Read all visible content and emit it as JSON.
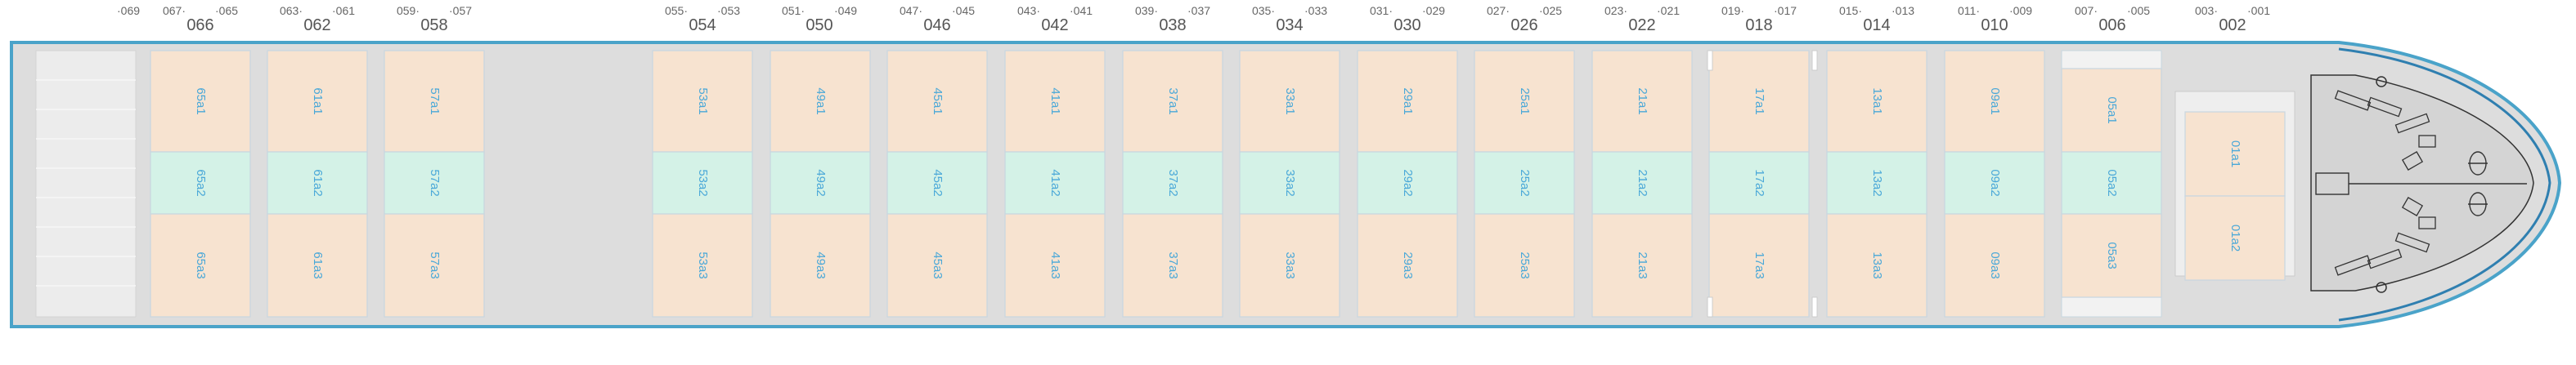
{
  "colors": {
    "hull_outline": "#4aa3c9",
    "deck": "#dddddd",
    "tier_a1": "#f7e3d0",
    "tier_a2": "#d4f2e7",
    "tier_a3": "#f7e3d0",
    "slot_border": "#c8d6e0",
    "label": "#4aa8d8",
    "bay_number": "#555555"
  },
  "bay_headers": [
    {
      "num": "",
      "left": "",
      "right": "069"
    },
    {
      "num": "066",
      "left": "067",
      "right": "065"
    },
    {
      "num": "062",
      "left": "063",
      "right": "061"
    },
    {
      "num": "058",
      "left": "059",
      "right": "057"
    },
    {
      "num": "054",
      "left": "055",
      "right": "053"
    },
    {
      "num": "050",
      "left": "051",
      "right": "049"
    },
    {
      "num": "046",
      "left": "047",
      "right": "045"
    },
    {
      "num": "042",
      "left": "043",
      "right": "041"
    },
    {
      "num": "038",
      "left": "039",
      "right": "037"
    },
    {
      "num": "034",
      "left": "035",
      "right": "033"
    },
    {
      "num": "030",
      "left": "031",
      "right": "029"
    },
    {
      "num": "026",
      "left": "027",
      "right": "025"
    },
    {
      "num": "022",
      "left": "023",
      "right": "021"
    },
    {
      "num": "018",
      "left": "019",
      "right": "017"
    },
    {
      "num": "014",
      "left": "015",
      "right": "013"
    },
    {
      "num": "010",
      "left": "011",
      "right": "009"
    },
    {
      "num": "006",
      "left": "007",
      "right": "005"
    },
    {
      "num": "002",
      "left": "003",
      "right": "001"
    }
  ],
  "bays": [
    {
      "slots": [
        "65a1",
        "65a2",
        "65a3"
      ]
    },
    {
      "slots": [
        "61a1",
        "61a2",
        "61a3"
      ]
    },
    {
      "slots": [
        "57a1",
        "57a2",
        "57a3"
      ]
    },
    {
      "slots": [
        "53a1",
        "53a2",
        "53a3"
      ]
    },
    {
      "slots": [
        "49a1",
        "49a2",
        "49a3"
      ]
    },
    {
      "slots": [
        "45a1",
        "45a2",
        "45a3"
      ]
    },
    {
      "slots": [
        "41a1",
        "41a2",
        "41a3"
      ]
    },
    {
      "slots": [
        "37a1",
        "37a2",
        "37a3"
      ]
    },
    {
      "slots": [
        "33a1",
        "33a2",
        "33a3"
      ]
    },
    {
      "slots": [
        "29a1",
        "29a2",
        "29a3"
      ]
    },
    {
      "slots": [
        "25a1",
        "25a2",
        "25a3"
      ]
    },
    {
      "slots": [
        "21a1",
        "21a2",
        "21a3"
      ]
    },
    {
      "slots": [
        "17a1",
        "17a2",
        "17a3"
      ]
    },
    {
      "slots": [
        "13a1",
        "13a2",
        "13a3"
      ]
    },
    {
      "slots": [
        "09a1",
        "09a2",
        "09a3"
      ]
    },
    {
      "slots": [
        "05a1",
        "05a2",
        "05a3"
      ]
    },
    {
      "slots": [
        "01a1",
        "01a2"
      ]
    }
  ]
}
